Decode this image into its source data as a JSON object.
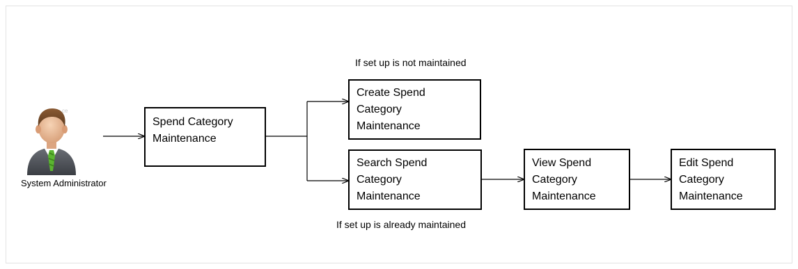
{
  "actor": {
    "label": "System Administrator",
    "icon": "user-avatar-icon"
  },
  "nodes": {
    "spend_category_maintenance": "Spend Category\nMaintenance",
    "create_spend": "Create Spend\nCategory\nMaintenance",
    "search_spend": "Search  Spend\nCategory\nMaintenance",
    "view_spend": "View Spend\nCategory\nMaintenance",
    "edit_spend": "Edit  Spend\nCategory\nMaintenance"
  },
  "captions": {
    "not_maintained": "If set up is not maintained",
    "already_maintained": "If  set up is already maintained"
  },
  "colors": {
    "box_border": "#000000",
    "connector": "#000000",
    "frame_border": "#e3e3e3"
  }
}
